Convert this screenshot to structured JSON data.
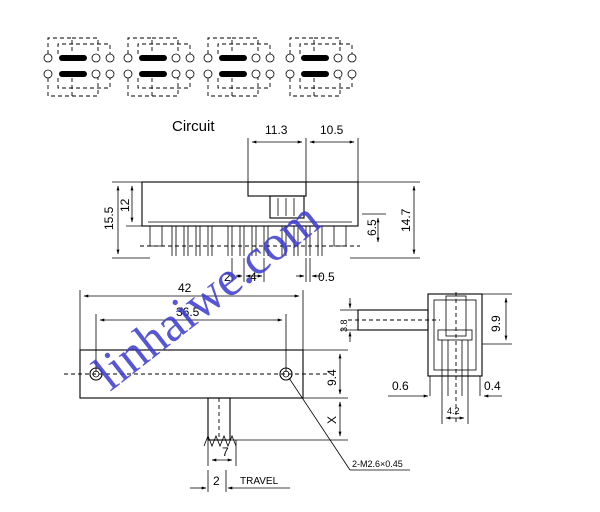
{
  "circuit_label": "Circuit",
  "watermark": "linhaiwe.com",
  "dims": {
    "d11_3": "11.3",
    "d10_5": "10.5",
    "d15_5": "15.5",
    "d12": "12",
    "d14_7": "14.7",
    "d6_5": "6.5",
    "d2": "2",
    "d4": "4",
    "d0_5": "0.5",
    "d42": "42",
    "d36_5": "36.5",
    "d9_4": "9.4",
    "dX": "X",
    "d7": "7",
    "d2b": "2",
    "travel": "TRAVEL",
    "d3_8": "3.8",
    "d9_9": "9.9",
    "d0_6": "0.6",
    "d0_4": "0.4",
    "d4_2": "4.2",
    "hole": "2-M2.6×0.45"
  }
}
